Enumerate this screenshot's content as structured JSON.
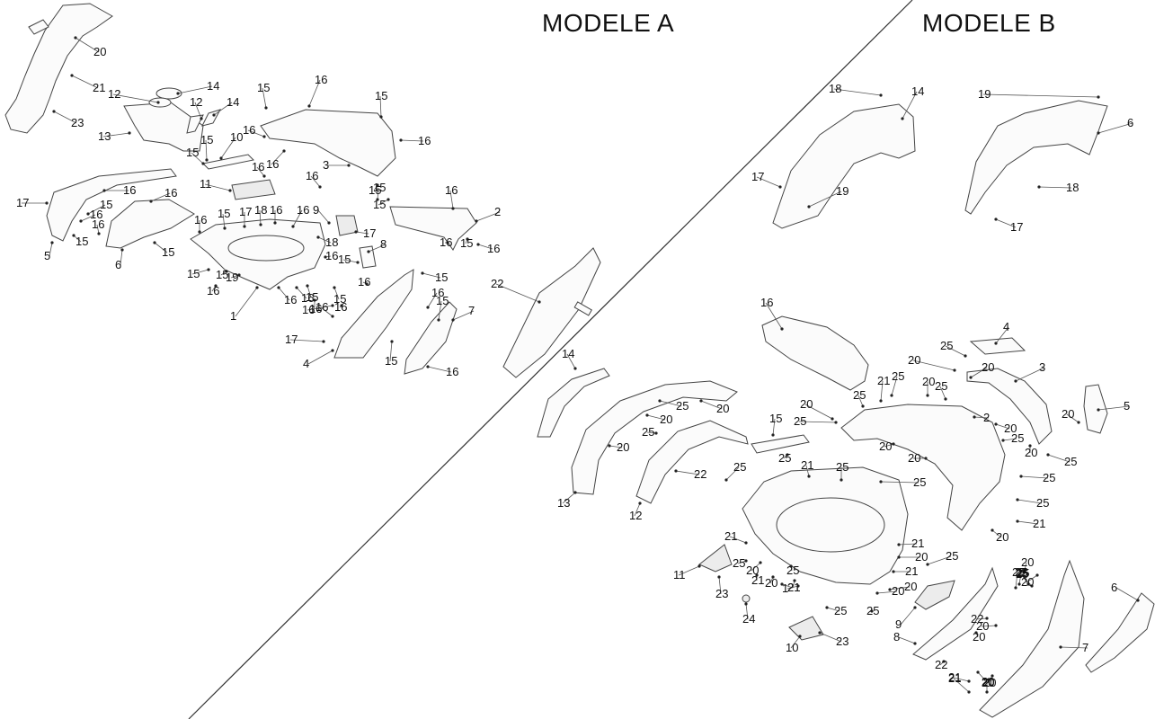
{
  "titles": {
    "model_a": "MODELE A",
    "model_b": "MODELE B"
  },
  "callouts_a": [
    {
      "t": "20"
    },
    {
      "t": "21"
    },
    {
      "t": "23"
    },
    {
      "t": "12"
    },
    {
      "t": "14"
    },
    {
      "t": "12"
    },
    {
      "t": "14"
    },
    {
      "t": "13"
    },
    {
      "t": "15"
    },
    {
      "t": "16"
    },
    {
      "t": "15"
    },
    {
      "t": "16"
    },
    {
      "t": "16"
    },
    {
      "t": "16"
    },
    {
      "t": "10"
    },
    {
      "t": "15"
    },
    {
      "t": "15"
    },
    {
      "t": "16"
    },
    {
      "t": "3"
    },
    {
      "t": "15"
    },
    {
      "t": "15"
    },
    {
      "t": "16"
    },
    {
      "t": "11"
    },
    {
      "t": "16"
    },
    {
      "t": "17"
    },
    {
      "t": "16"
    },
    {
      "t": "15"
    },
    {
      "t": "16"
    },
    {
      "t": "16"
    },
    {
      "t": "5"
    },
    {
      "t": "15"
    },
    {
      "t": "16"
    },
    {
      "t": "6"
    },
    {
      "t": "15"
    },
    {
      "t": "16"
    },
    {
      "t": "15"
    },
    {
      "t": "17"
    },
    {
      "t": "18"
    },
    {
      "t": "16"
    },
    {
      "t": "16"
    },
    {
      "t": "9"
    },
    {
      "t": "18"
    },
    {
      "t": "17"
    },
    {
      "t": "16"
    },
    {
      "t": "15"
    },
    {
      "t": "8"
    },
    {
      "t": "15"
    },
    {
      "t": "16"
    },
    {
      "t": "2"
    },
    {
      "t": "16"
    },
    {
      "t": "15"
    },
    {
      "t": "16"
    },
    {
      "t": "15"
    },
    {
      "t": "19"
    },
    {
      "t": "16"
    },
    {
      "t": "1"
    },
    {
      "t": "16"
    },
    {
      "t": "15"
    },
    {
      "t": "15"
    },
    {
      "t": "16"
    },
    {
      "t": "16"
    },
    {
      "t": "15"
    },
    {
      "t": "16"
    },
    {
      "t": "7"
    },
    {
      "t": "17"
    },
    {
      "t": "4"
    },
    {
      "t": "15"
    },
    {
      "t": "16"
    },
    {
      "t": "22"
    },
    {
      "t": "16"
    },
    {
      "t": "16"
    },
    {
      "t": "15"
    },
    {
      "t": "16"
    },
    {
      "t": "15"
    }
  ],
  "callouts_b": [
    {
      "t": "18"
    },
    {
      "t": "14"
    },
    {
      "t": "19"
    },
    {
      "t": "6"
    },
    {
      "t": "17"
    },
    {
      "t": "19"
    },
    {
      "t": "18"
    },
    {
      "t": "17"
    },
    {
      "t": "16"
    },
    {
      "t": "4"
    },
    {
      "t": "25"
    },
    {
      "t": "20"
    },
    {
      "t": "20"
    },
    {
      "t": "3"
    },
    {
      "t": "14"
    },
    {
      "t": "20"
    },
    {
      "t": "25"
    },
    {
      "t": "20"
    },
    {
      "t": "21"
    },
    {
      "t": "25"
    },
    {
      "t": "20"
    },
    {
      "t": "25"
    },
    {
      "t": "25"
    },
    {
      "t": "5"
    },
    {
      "t": "20"
    },
    {
      "t": "20"
    },
    {
      "t": "25"
    },
    {
      "t": "20"
    },
    {
      "t": "2"
    },
    {
      "t": "25"
    },
    {
      "t": "20"
    },
    {
      "t": "25"
    },
    {
      "t": "20"
    },
    {
      "t": "25"
    },
    {
      "t": "15"
    },
    {
      "t": "25"
    },
    {
      "t": "25"
    },
    {
      "t": "20"
    },
    {
      "t": "20"
    },
    {
      "t": "25"
    },
    {
      "t": "20"
    },
    {
      "t": "25"
    },
    {
      "t": "21"
    },
    {
      "t": "20"
    },
    {
      "t": "21"
    },
    {
      "t": "25"
    },
    {
      "t": "22"
    },
    {
      "t": "25"
    },
    {
      "t": "13"
    },
    {
      "t": "12"
    },
    {
      "t": "25"
    },
    {
      "t": "25"
    },
    {
      "t": "21"
    },
    {
      "t": "20"
    },
    {
      "t": "21"
    },
    {
      "t": "21"
    },
    {
      "t": "20"
    },
    {
      "t": "25"
    },
    {
      "t": "11"
    },
    {
      "t": "20"
    },
    {
      "t": "21"
    },
    {
      "t": "20"
    },
    {
      "t": "21"
    },
    {
      "t": "1"
    },
    {
      "t": "21"
    },
    {
      "t": "23"
    },
    {
      "t": "20"
    },
    {
      "t": "20"
    },
    {
      "t": "25"
    },
    {
      "t": "24"
    },
    {
      "t": "9"
    },
    {
      "t": "25"
    },
    {
      "t": "25"
    },
    {
      "t": "8"
    },
    {
      "t": "10"
    },
    {
      "t": "23"
    },
    {
      "t": "22"
    },
    {
      "t": "20"
    },
    {
      "t": "22"
    },
    {
      "t": "20"
    },
    {
      "t": "7"
    },
    {
      "t": "6"
    },
    {
      "t": "21"
    },
    {
      "t": "20"
    },
    {
      "t": "25"
    },
    {
      "t": "21"
    },
    {
      "t": "25"
    },
    {
      "t": "20"
    },
    {
      "t": "25"
    },
    {
      "t": "20"
    },
    {
      "t": "25"
    },
    {
      "t": "20"
    }
  ]
}
